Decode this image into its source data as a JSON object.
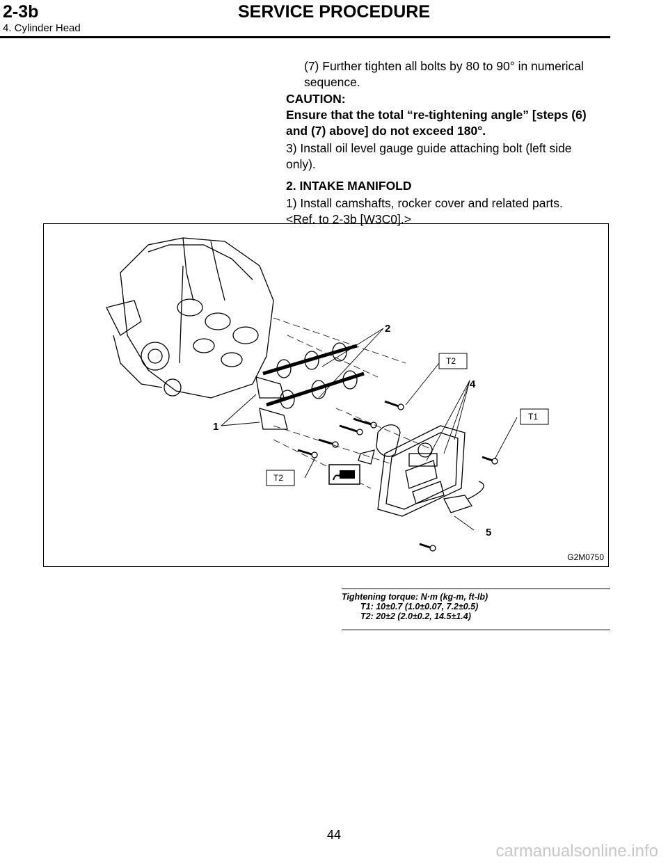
{
  "header": {
    "section": "2-3b",
    "title": "SERVICE PROCEDURE",
    "subtitle": "4. Cylinder Head"
  },
  "body": {
    "step7_line1": "(7) Further tighten all bolts by 80 to 90° in numerical",
    "step7_line2": "sequence.",
    "caution_label": "CAUTION:",
    "caution_line1": "Ensure that the total “re-tightening angle” [steps (6)",
    "caution_line2": "and (7) above] do not exceed 180°.",
    "step3_line1": "3) Install oil level gauge guide attaching bolt (left side",
    "step3_line2": "only).",
    "section2_heading": "2. INTAKE MANIFOLD",
    "step1_line1": "1) Install camshafts, rocker cover and related parts.",
    "step1_line2": "<Ref. to 2-3b [W3C0].>"
  },
  "figure": {
    "code": "G2M0750",
    "callouts": [
      "1",
      "2",
      "4",
      "5"
    ],
    "torque_tags": [
      "T2",
      "T1",
      "T2"
    ]
  },
  "torque": {
    "heading": "Tightening torque: N·m (kg-m, ft-lb)",
    "t1": "T1: 10±0.7 (1.0±0.07, 7.2±0.5)",
    "t2": "T2: 20±2 (2.0±0.2, 14.5±1.4)"
  },
  "page_number": "44",
  "watermark": "carmanualsonline.info"
}
